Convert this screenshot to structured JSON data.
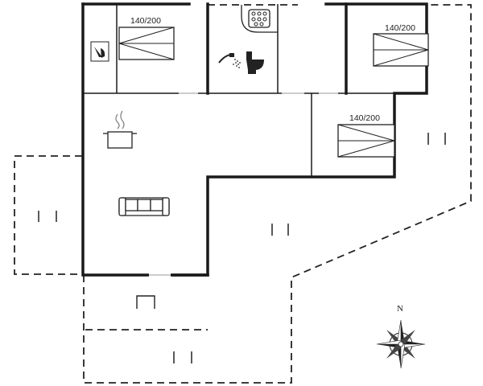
{
  "plan": {
    "rooms": [
      {
        "id": "bedroom-top-left",
        "bed_label": "140/200",
        "icons": [
          "bed-icon",
          "toilet-icon"
        ]
      },
      {
        "id": "bathroom",
        "icons": [
          "whirlpool-icon",
          "shower-icon",
          "toilet-icon"
        ]
      },
      {
        "id": "bedroom-top-right",
        "bed_label": "140/200",
        "icons": [
          "bed-icon"
        ]
      },
      {
        "id": "bedroom-middle-right",
        "bed_label": "140/200",
        "icons": [
          "bed-icon"
        ]
      },
      {
        "id": "living-room",
        "icons": [
          "cooking-pot-icon",
          "sofa-icon"
        ]
      },
      {
        "id": "outdoor-terrace",
        "icons": [
          "deck-chair-icon"
        ]
      }
    ],
    "compass": {
      "north_label": "N",
      "icon": "compass-rose-icon"
    }
  }
}
